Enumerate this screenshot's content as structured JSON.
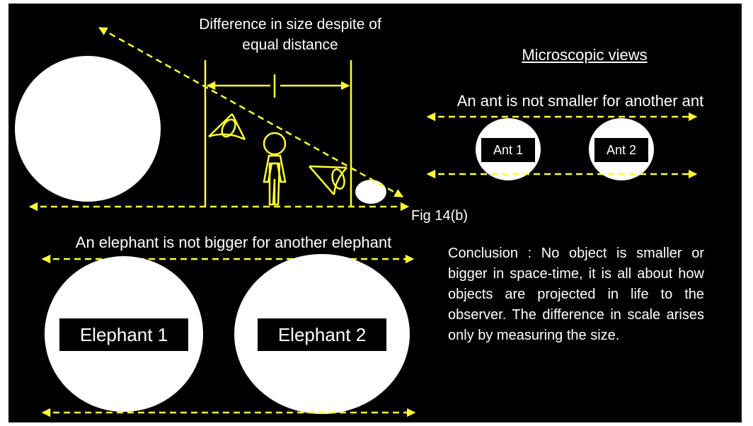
{
  "colors": {
    "background": "#000000",
    "accent": "#ffff33",
    "shape": "#ffffff"
  },
  "top_diagram": {
    "title": "Difference in size despite of equal distance",
    "figure_label": "Fig 14(b)"
  },
  "microscopic": {
    "title": "Microscopic views",
    "caption": "An ant is not smaller for another ant",
    "ant1_label": "Ant 1",
    "ant2_label": "Ant 2"
  },
  "macroscopic": {
    "caption": "An elephant is not bigger for another elephant",
    "elephant1_label": "Elephant 1",
    "elephant2_label": "Elephant 2"
  },
  "conclusion": "Conclusion : No object is smaller or bigger in space-time, it is all about how objects are projected in life to the observer. The difference in scale arises only by measuring the size."
}
